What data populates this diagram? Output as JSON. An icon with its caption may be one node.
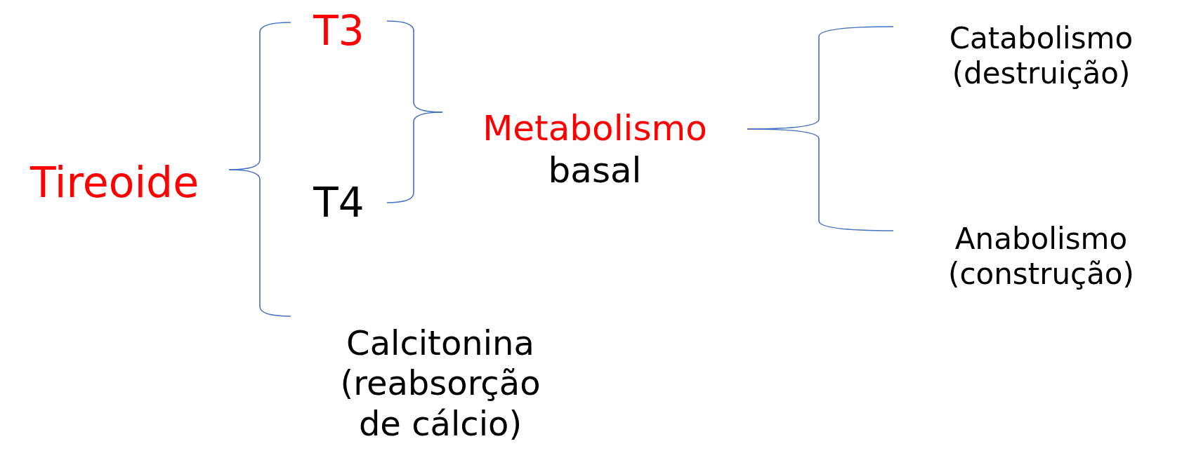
{
  "diagram": {
    "nodes": [
      {
        "text": [
          "Tireoide"
        ]
      },
      {
        "text": [
          "T3"
        ]
      },
      {
        "text": [
          "T4"
        ]
      },
      {
        "text": [
          "Calcitonina (reabsorção de cálcio)"
        ]
      },
      {
        "text": [
          "Metabolismo",
          "basal"
        ]
      },
      {
        "text": [
          "Catabolismo (destruição)"
        ]
      },
      {
        "text": [
          "Anabolismo (construção)"
        ]
      }
    ],
    "edges": [
      {
        "from": 0,
        "to": 1,
        "arrow": "none"
      },
      {
        "from": 0,
        "to": 3,
        "arrow": "none"
      },
      {
        "from": 1,
        "to": 4,
        "arrow": "none"
      },
      {
        "from": 2,
        "to": 4,
        "arrow": "none"
      },
      {
        "from": 4,
        "to": 5,
        "arrow": "none"
      },
      {
        "from": 4,
        "to": 6,
        "arrow": "none"
      }
    ]
  }
}
